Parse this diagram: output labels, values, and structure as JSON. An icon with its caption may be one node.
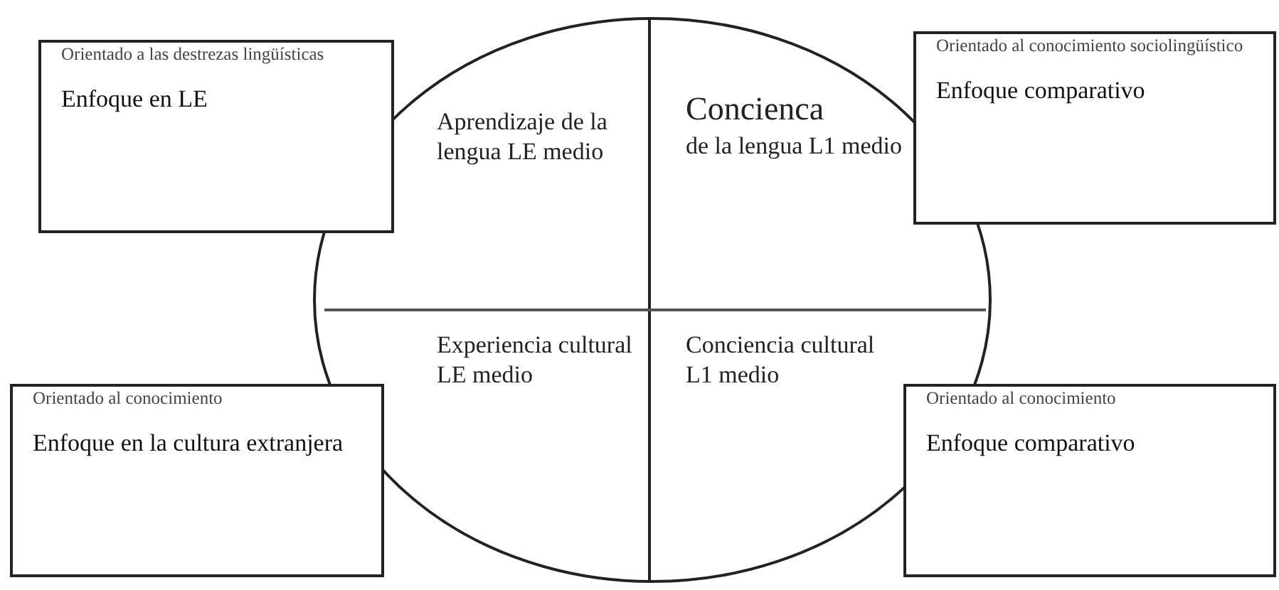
{
  "diagram": {
    "nodes": [
      {
        "text": [
          "Orientado a las destrezas lingüísticas",
          "Enfoque en LE"
        ]
      },
      {
        "text": [
          "Aprendizaje de la lengua LE medio",
          "Concienca",
          "de la lengua L1 medio",
          "Experiencia cultural LE medio",
          "Conciencia cultural L1 medio"
        ]
      },
      {
        "text": [
          "Orientado al conocimiento sociolingüístico",
          "Enfoque comparativo"
        ]
      },
      {
        "text": [
          "Orientado al conocimiento",
          "Enfoque en la cultura extranjera"
        ]
      },
      {
        "text": [
          "Orientado al conocimiento",
          "Enfoque comparativo"
        ]
      }
    ]
  }
}
